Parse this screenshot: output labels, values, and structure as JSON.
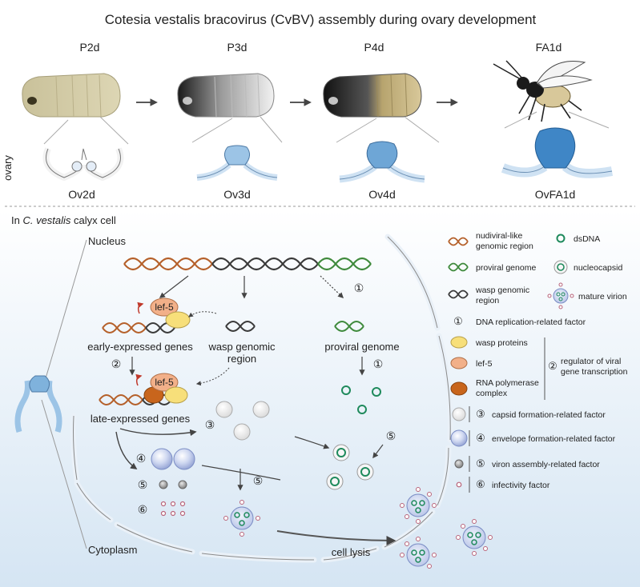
{
  "title": "Cotesia vestalis bracovirus (CvBV) assembly during ovary development",
  "stages": [
    {
      "label": "P2d",
      "ovary": "Ov2d"
    },
    {
      "label": "P3d",
      "ovary": "Ov3d"
    },
    {
      "label": "P4d",
      "ovary": "Ov4d"
    },
    {
      "label": "FA1d",
      "ovary": "OvFA1d"
    }
  ],
  "ovary_row_label": "ovary",
  "cell_header_prefix": "In ",
  "cell_header_species": "C. vestalis",
  "cell_header_suffix": " calyx cell",
  "nucleus_label": "Nucleus",
  "cytoplasm_label": "Cytoplasm",
  "lef5": "lef-5",
  "early_genes": "early-expressed genes",
  "late_genes": "late-expressed genes",
  "wasp_region_line1": "wasp genomic",
  "wasp_region_line2": "region",
  "proviral_genome": "proviral genome",
  "cell_lysis": "cell lysis",
  "step_numbers": [
    "①",
    "②",
    "③",
    "④",
    "⑤",
    "⑥"
  ],
  "legend": {
    "nudiviral_line1": "nudiviral-like",
    "nudiviral_line2": "genomic region",
    "proviral": "proviral genome",
    "wasp_line1": "wasp genomic",
    "wasp_line2": "region",
    "dsdna": "dsDNA",
    "nucleocapsid": "nucleocapsid",
    "mature_virion": "mature virion",
    "item1": "DNA replication-related factor",
    "wasp_proteins": "wasp proteins",
    "lef5": "lef-5",
    "rnapol_line1": "RNA polymerase",
    "rnapol_line2": "complex",
    "regulator_line1": "regulator of viral",
    "regulator_line2": "gene transcription",
    "item3": "capsid formation-related factor",
    "item4": "envelope formation-related factor",
    "item5": "viron assembly-related factor",
    "item6": "infectivity factor"
  },
  "colors": {
    "nudiviral": "#b5602a",
    "proviral": "#3f8a3c",
    "wasp_dna": "#3a3a3a",
    "ovary_blue": "#7fb2dc",
    "wasp_protein": "#f7df7a",
    "lef5": "#f2b089",
    "rnapol": "#c8651c",
    "capsid": "#eeeeee",
    "envelope": "#b9c6ea",
    "assembly": "#9a9a9a",
    "infectivity": "#b8647a",
    "dsdna": "#1f8a5c",
    "arrow_red": "#c0392b"
  }
}
